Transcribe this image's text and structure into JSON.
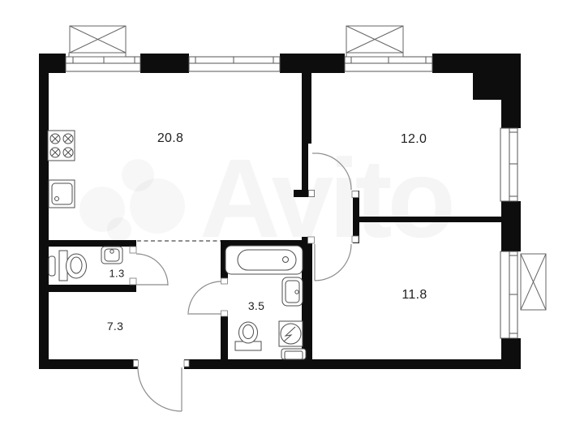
{
  "plan": {
    "watermark_text": "Avito",
    "rooms": [
      {
        "id": "living-kitchen",
        "area_label": "20.8"
      },
      {
        "id": "bedroom-top-right",
        "area_label": "12.0"
      },
      {
        "id": "wc-small",
        "area_label": "1.3"
      },
      {
        "id": "bathroom",
        "area_label": "3.5"
      },
      {
        "id": "hallway",
        "area_label": "7.3"
      },
      {
        "id": "bedroom-bottom-right",
        "area_label": "11.8"
      }
    ],
    "fixtures": [
      "stove-icon",
      "kitchen-sink-icon",
      "washbasin-icon",
      "toilet-icon",
      "radiator-icon",
      "bathtub-icon",
      "electric-panel-icon",
      "washing-machine-icon"
    ],
    "features": [
      "balcony-box",
      "window",
      "door-swing",
      "entrance-door",
      "dashed-zone-boundary"
    ],
    "colors": {
      "wall": "#0d0d0d",
      "fixture_stroke": "#4d4d4d",
      "door_stroke": "#8c8c8c",
      "window_stroke": "#555555",
      "label": "#1f1f1f",
      "watermark": "rgba(0,0,0,0.038)"
    }
  }
}
